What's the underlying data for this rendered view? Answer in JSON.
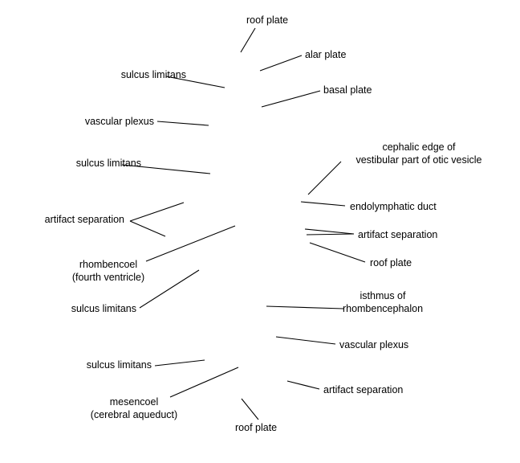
{
  "labels": {
    "roof_plate_top": "roof plate",
    "alar_plate": "alar plate",
    "sulcus_limitans_1": "sulcus limitans",
    "basal_plate": "basal plate",
    "vascular_plexus_left": "vascular plexus",
    "cephalic_edge": "cephalic edge of\nvestibular part of otic vesicle",
    "sulcus_limitans_2": "sulcus limitans",
    "endolymphatic_duct": "endolymphatic duct",
    "artifact_separation_left": "artifact separation",
    "artifact_separation_right_1": "artifact separation",
    "roof_plate_mid": "roof plate",
    "rhombencoel": "rhombencoel\n(fourth ventricle)",
    "isthmus": "isthmus of\nrhombencephalon",
    "sulcus_limitans_3": "sulcus limitans",
    "vascular_plexus_right": "vascular plexus",
    "sulcus_limitans_4": "sulcus limitans",
    "artifact_separation_right_2": "artifact separation",
    "mesencoel": "mesencoel\n(cerebral aqueduct)",
    "roof_plate_bottom": "roof plate"
  },
  "colors": {
    "ink": "#000000",
    "background": "#ffffff"
  }
}
